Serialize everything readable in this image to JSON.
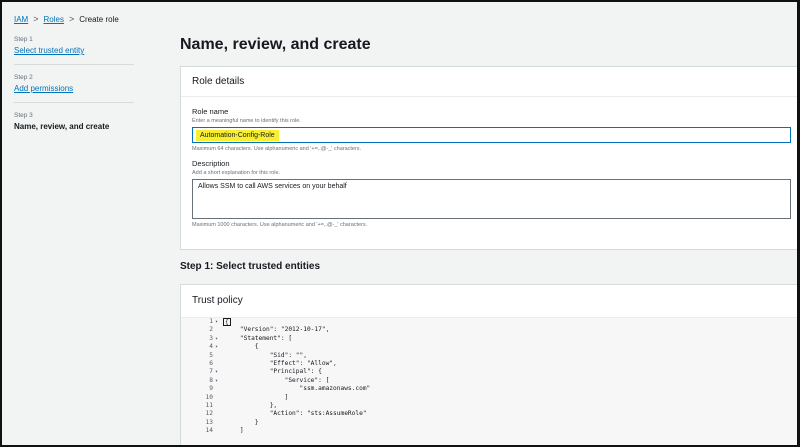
{
  "breadcrumb": {
    "items": [
      "IAM",
      "Roles"
    ],
    "current": "Create role",
    "separator": ">"
  },
  "steps": [
    {
      "number": "Step 1",
      "label": "Select trusted entity"
    },
    {
      "number": "Step 2",
      "label": "Add permissions"
    },
    {
      "number": "Step 3",
      "label": "Name, review, and create"
    }
  ],
  "page": {
    "title": "Name, review, and create"
  },
  "role_details": {
    "title": "Role details",
    "role_name": {
      "label": "Role name",
      "hint": "Enter a meaningful name to identify this role.",
      "value": "Automation-Config-Role",
      "constraint": "Maximum 64 characters. Use alphanumeric and '+=,.@-_' characters."
    },
    "description": {
      "label": "Description",
      "hint": "Add a short explanation for this role.",
      "value": "Allows SSM to call AWS services on your behalf",
      "constraint": "Maximum 1000 characters. Use alphanumeric and '+=,.@-_' characters."
    }
  },
  "trusted_entities": {
    "heading": "Step 1: Select trusted entities",
    "trust_policy_title": "Trust policy",
    "code_lines": [
      {
        "n": "1",
        "fold": "▾",
        "text": "{"
      },
      {
        "n": "2",
        "fold": "",
        "text": "    \"Version\": \"2012-10-17\","
      },
      {
        "n": "3",
        "fold": "▾",
        "text": "    \"Statement\": ["
      },
      {
        "n": "4",
        "fold": "▾",
        "text": "        {"
      },
      {
        "n": "5",
        "fold": "",
        "text": "            \"Sid\": \"\","
      },
      {
        "n": "6",
        "fold": "",
        "text": "            \"Effect\": \"Allow\","
      },
      {
        "n": "7",
        "fold": "▾",
        "text": "            \"Principal\": {"
      },
      {
        "n": "8",
        "fold": "▾",
        "text": "                \"Service\": ["
      },
      {
        "n": "9",
        "fold": "",
        "text": "                    \"ssm.amazonaws.com\""
      },
      {
        "n": "10",
        "fold": "",
        "text": "                ]"
      },
      {
        "n": "11",
        "fold": "",
        "text": "            },"
      },
      {
        "n": "12",
        "fold": "",
        "text": "            \"Action\": \"sts:AssumeRole\""
      },
      {
        "n": "13",
        "fold": "",
        "text": "        }"
      },
      {
        "n": "14",
        "fold": "",
        "text": "    ]"
      }
    ]
  }
}
